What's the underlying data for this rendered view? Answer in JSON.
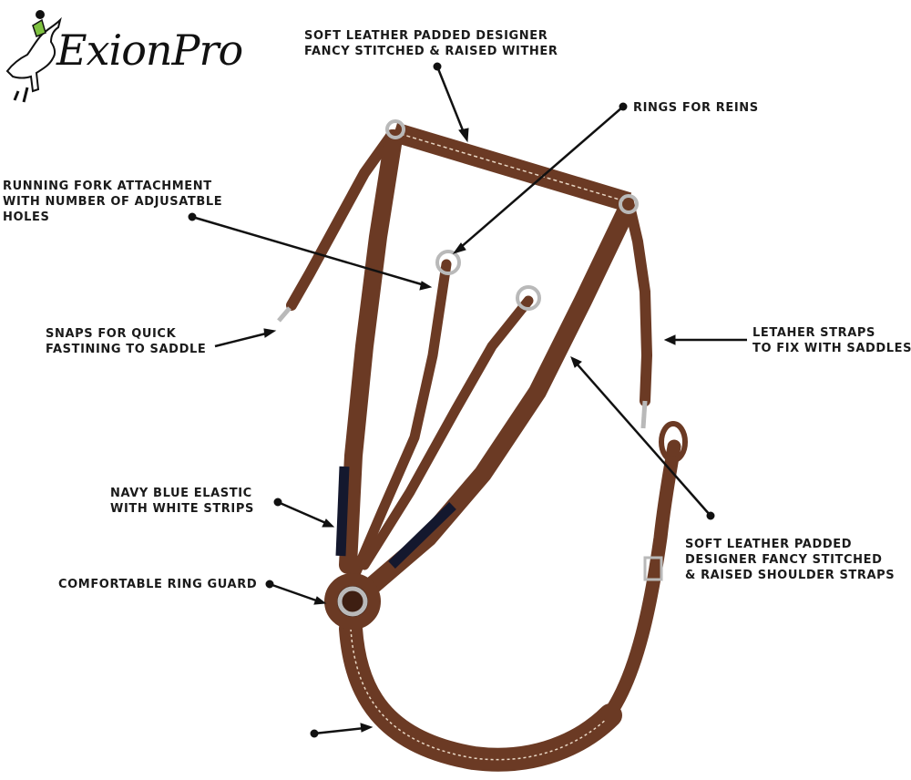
{
  "logo": {
    "text": "ExionPro",
    "accent_color": "#7fc241"
  },
  "colors": {
    "leather": "#6b3a24",
    "leather_dark": "#3e1f12",
    "leather_edge": "#a2552f",
    "stitch": "#e9d7c4",
    "elastic": "#14182e",
    "metal": "#b9b9b9"
  },
  "callouts": {
    "wither": [
      "SOFT LEATHER PADDED DESIGNER",
      "FANCY STITCHED & RAISED WITHER"
    ],
    "rings": [
      "RINGS FOR REINS"
    ],
    "fork": [
      "RUNNING FORK ATTACHMENT",
      "WITH NUMBER OF ADJUSATBLE",
      "HOLES"
    ],
    "snaps": [
      "SNAPS FOR QUICK",
      "FASTINING TO SADDLE"
    ],
    "straps": [
      "LETAHER STRAPS",
      "TO FIX WITH SADDLES"
    ],
    "elastic": [
      "NAVY BLUE ELASTIC",
      "WITH WHITE STRIPS"
    ],
    "ring_guard": [
      "COMFORTABLE RING GUARD"
    ],
    "shoulder": [
      "SOFT LEATHER PADDED",
      "DESIGNER FANCY STITCHED",
      "& RAISED SHOULDER STRAPS"
    ]
  }
}
